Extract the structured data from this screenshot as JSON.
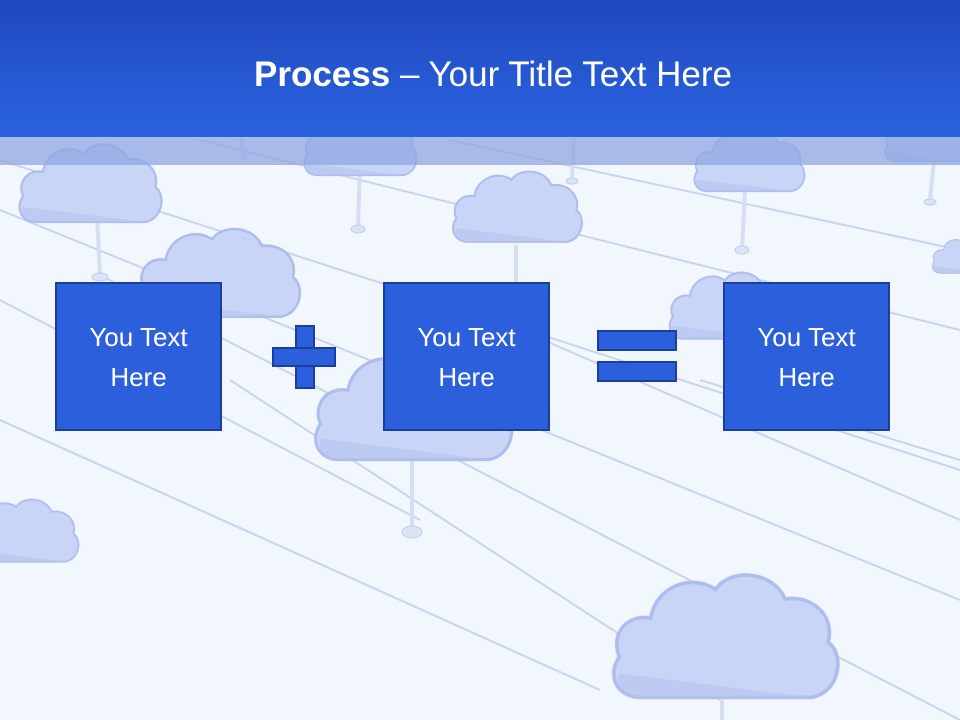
{
  "title": {
    "bold_part": "Process",
    "dash": " – ",
    "rest": "Your Title Text Here"
  },
  "boxes": [
    {
      "line1": "You Text",
      "line2": "Here"
    },
    {
      "line1": "You Text",
      "line2": "Here"
    },
    {
      "line1": "You Text",
      "line2": "Here"
    }
  ],
  "symbols": [
    "plus",
    "equals"
  ],
  "colors": {
    "title_bar": "#2659d3",
    "box_fill": "#2c5fdc",
    "box_border": "#1b3f9c",
    "cloud": "#c3d0f5",
    "background": "#f2f6fd"
  },
  "background_theme": "network of blue clouds"
}
